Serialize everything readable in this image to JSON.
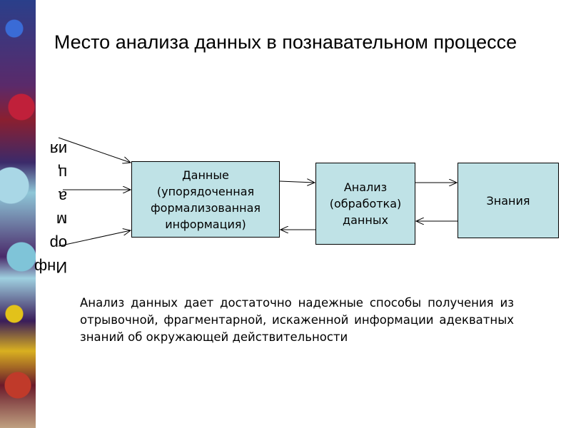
{
  "title": "Место анализа данных в познавательном процессе",
  "side_label": {
    "text": "Информация",
    "lines": [
      "Инф",
      "ор",
      "м",
      "а",
      "ц",
      "ия"
    ]
  },
  "boxes": {
    "data": "Данные (упорядоченная формализованная информация)",
    "analysis": "Анализ (обработка) данных",
    "knowledge": "Знания"
  },
  "paragraph": "Анализ данных дает достаточно надежные способы получения из отрывочной, фрагментарной, искаженной информации адекватных знаний об окружающей действительности",
  "colors": {
    "box_fill": "#bfe2e6"
  }
}
